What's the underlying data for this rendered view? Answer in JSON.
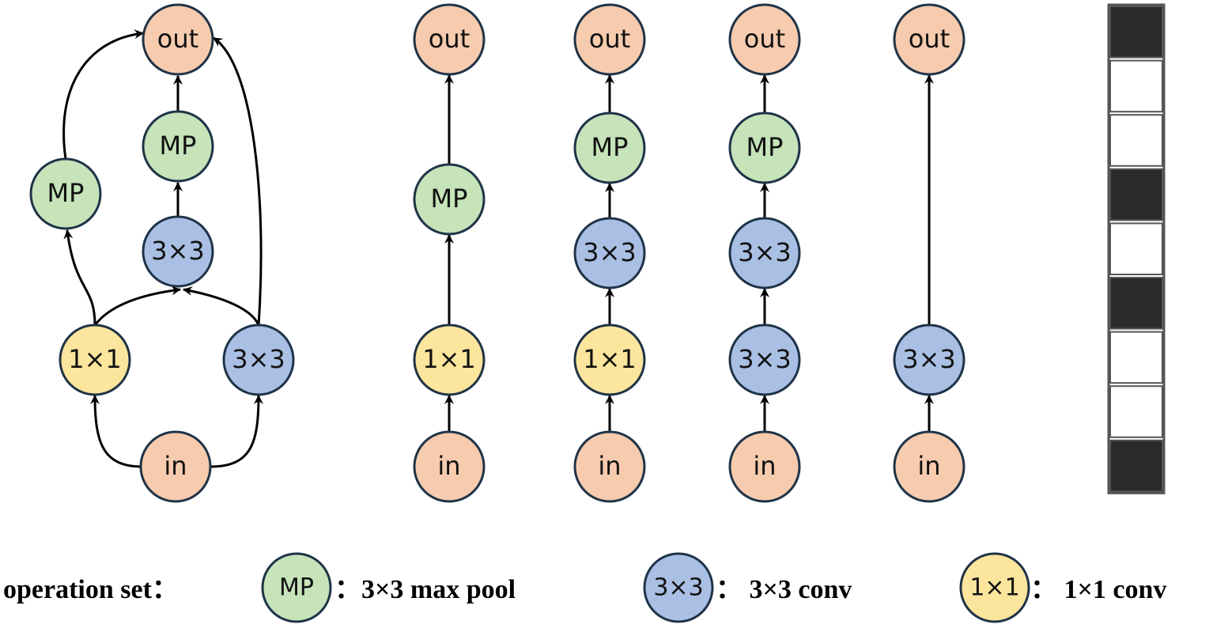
{
  "colors": {
    "in_out": "#F6CBAE",
    "max_pool": "#C6E3BA",
    "conv3x3": "#A9BFE3",
    "conv1x1": "#FCE59C",
    "node_stroke": "#1F3347",
    "edge": "#000000",
    "block_filled": "#2B2B2B",
    "block_empty": "#FFFFFF",
    "block_border": "#555555"
  },
  "node_labels": {
    "in": "in",
    "out": "out",
    "max_pool": "MP",
    "conv3x3": "3×3",
    "conv1x1": "1×1"
  },
  "encoding_bits": [
    1,
    0,
    0,
    1,
    0,
    1,
    0,
    0,
    1
  ],
  "legend": {
    "title": "operation set：",
    "items": [
      {
        "node": "MP",
        "type": "max_pool",
        "desc": "：3×3 max pool"
      },
      {
        "node": "3×3",
        "type": "conv3x3",
        "desc": "：  3×3 conv"
      },
      {
        "node": "1×1",
        "type": "conv1x1",
        "desc": "：  1×1 conv"
      }
    ]
  }
}
